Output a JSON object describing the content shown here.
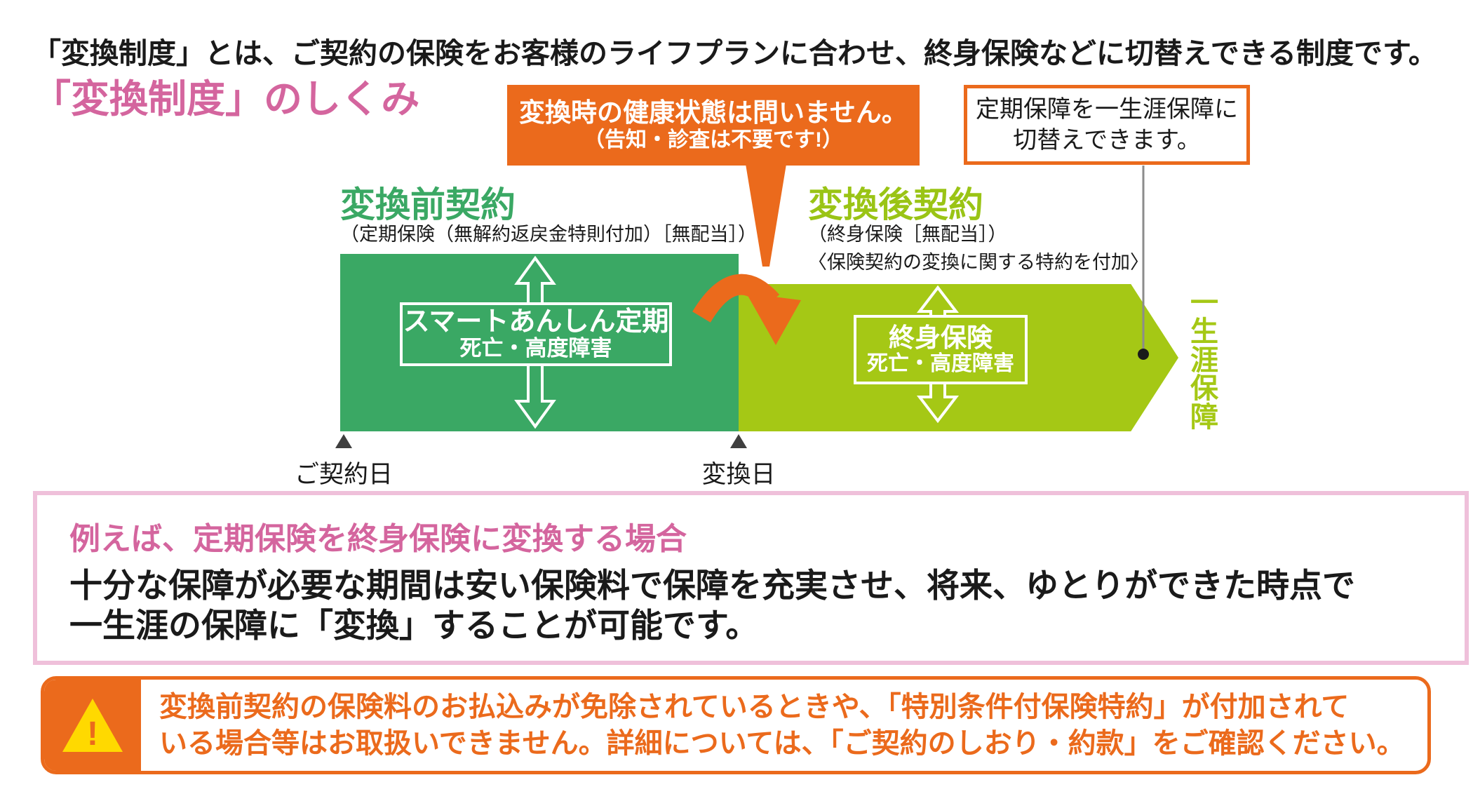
{
  "intro": "「変換制度」とは、ご契約の保険をお客様のライフプランに合わせ、終身保険などに切替えできる制度です。",
  "title": "「変換制度」のしくみ",
  "callout": {
    "line1": "変換時の健康状態は問いません。",
    "line2": "（告知・診査は不要です!）"
  },
  "note_box": {
    "line1": "定期保障を一生涯保障に",
    "line2": "切替えできます。"
  },
  "before": {
    "heading": "変換前契約",
    "sub": "（定期保険（無解約返戻金特則付加）［無配当］）",
    "box_line1": "スマートあんしん定期",
    "box_line2": "死亡・高度障害"
  },
  "after": {
    "heading": "変換後契約",
    "sub1": "（終身保険［無配当］）",
    "sub2": "〈保険契約の変換に関する特約を付加〉",
    "box_line1": "終身保険",
    "box_line2": "死亡・高度障害"
  },
  "lifetime_label": "一生涯保障",
  "timeline": {
    "start": "ご契約日",
    "convert": "変換日"
  },
  "example": {
    "heading": "例えば、定期保険を終身保険に変換する場合",
    "body1": "十分な保障が必要な期間は安い保険料で保障を充実させ、将来、ゆとりができた時点で",
    "body2": "一生涯の保障に「変換」することが可能です。"
  },
  "warning": {
    "icon_glyph": "!",
    "line1": "変換前契約の保険料のお払込みが免除されているときや、「特別条件付保険特約」が付加されて",
    "line2": "いる場合等はお取扱いできません。詳細については、「ご契約のしおり・約款」をご確認ください。"
  },
  "colors": {
    "accent_orange": "#eb6a1c",
    "green_dark": "#3aa864",
    "green_light": "#a5c815",
    "pink_heading": "#d4659e",
    "pink_border": "#efc0da",
    "warning_yellow": "#ffd900",
    "text_black": "#1a1a1a",
    "connector_gray": "#8c8c8c"
  }
}
